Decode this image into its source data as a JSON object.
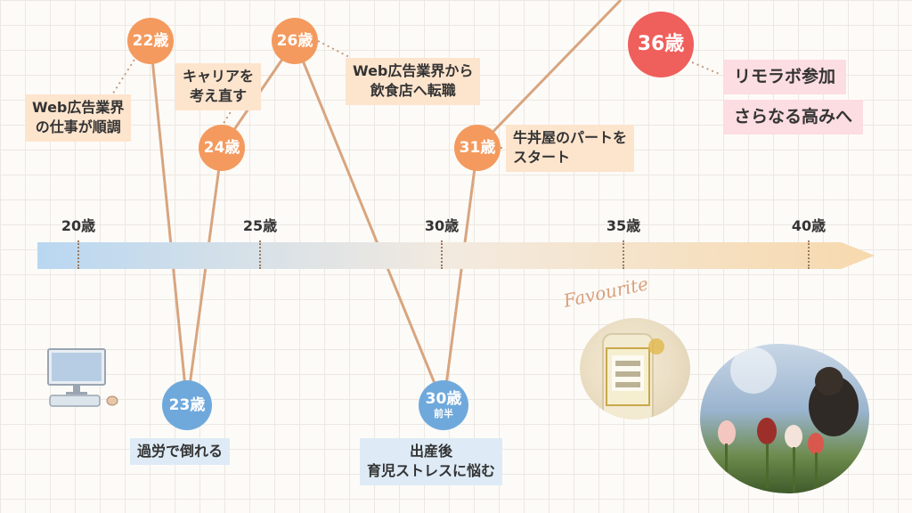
{
  "axis": {
    "ticks": [
      "20歳",
      "25歳",
      "30歳",
      "35歳",
      "40歳"
    ],
    "colors": {
      "start": "#b9d7f1",
      "end": "#f7d9ad"
    }
  },
  "events": [
    {
      "age": "22歳",
      "sub": "",
      "color": "#f49a5e",
      "label": [
        "Web広告業界",
        "の仕事が順調"
      ]
    },
    {
      "age": "23歳",
      "sub": "",
      "color": "#6fa9dc",
      "label": [
        "過労で倒れる"
      ]
    },
    {
      "age": "24歳",
      "sub": "",
      "color": "#f49a5e",
      "label": [
        "キャリアを",
        "考え直す"
      ]
    },
    {
      "age": "26歳",
      "sub": "",
      "color": "#f49a5e",
      "label": [
        "Web広告業界から",
        "飲食店へ転職"
      ]
    },
    {
      "age": "30歳",
      "sub": "前半",
      "color": "#6fa9dc",
      "label": [
        "出産後",
        "育児ストレスに悩む"
      ]
    },
    {
      "age": "31歳",
      "sub": "",
      "color": "#f49a5e",
      "label": [
        "牛丼屋のパートを",
        "スタート"
      ]
    },
    {
      "age": "36歳",
      "sub": "",
      "color": "#ef5f5b",
      "label": [
        "リモラボ参加",
        "さらなる高みへ"
      ]
    }
  ],
  "favourite": "Favourite",
  "line_color": "#d8a57f"
}
